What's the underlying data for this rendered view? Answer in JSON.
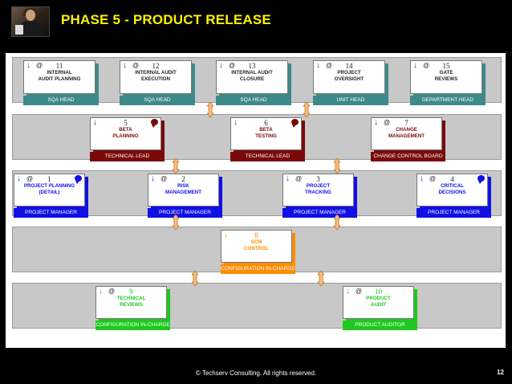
{
  "title": "PHASE 5 - PRODUCT RELEASE",
  "footer": "© Techserv Consulting.  All rights reserved.",
  "page_number": "12",
  "colors": {
    "title": "#fff200",
    "teal": "#3e8a8a",
    "maroon": "#7a0a0a",
    "blue": "#1010e6",
    "orange": "#ff8c00",
    "green": "#1ec81e"
  },
  "row1": [
    {
      "num": "11",
      "label": "INTERNAL\nAUDIT PLANNING",
      "role": "SQA HEAD",
      "icons": [
        "down-arrow-icon",
        "at-icon"
      ]
    },
    {
      "num": "12",
      "label": "INTERNAL AUDIT\nEXECUTION",
      "role": "SQA HEAD",
      "icons": [
        "down-arrow-icon",
        "at-icon"
      ]
    },
    {
      "num": "13",
      "label": "INTERNAL AUDIT\nCLOSURE",
      "role": "SQA HEAD",
      "icons": [
        "down-arrow-icon",
        "at-icon"
      ]
    },
    {
      "num": "14",
      "label": "PROJECT\nOVERSIGHT",
      "role": "UNIT HEAD",
      "icons": [
        "down-arrow-icon",
        "at-icon"
      ]
    },
    {
      "num": "15",
      "label": "GATE\nREVIEWS",
      "role": "DEPARTMENT HEAD",
      "icons": [
        "down-arrow-icon",
        "at-icon"
      ]
    }
  ],
  "row2": [
    {
      "num": "5",
      "label": "BETA\nPLANNING",
      "role": "TECHNICAL LEAD",
      "icons": [
        "down-arrow-icon",
        "speech-bubble-icon"
      ]
    },
    {
      "num": "6",
      "label": "BETA\nTESTING",
      "role": "TECHNICAL LEAD",
      "icons": [
        "down-arrow-icon",
        "speech-bubble-icon"
      ]
    },
    {
      "num": "7",
      "label": "CHANGE\nMANAGEMENT",
      "role": "CHANGE CONTROL BOARD",
      "icons": [
        "down-arrow-icon",
        "at-icon"
      ]
    }
  ],
  "row3": [
    {
      "num": "1",
      "label": "PROJECT PLANNING\n(DETAIL)",
      "role": "PROJECT MANAGER",
      "icons": [
        "down-arrow-icon",
        "at-icon",
        "speech-bubble-icon"
      ]
    },
    {
      "num": "2",
      "label": "RISK\nMANAGEMENT",
      "role": "PROJECT MANAGER",
      "icons": [
        "down-arrow-icon",
        "at-icon"
      ]
    },
    {
      "num": "3",
      "label": "PROJECT\nTRACKING",
      "role": "PROJECT MANAGER",
      "icons": [
        "down-arrow-icon",
        "at-icon"
      ]
    },
    {
      "num": "4",
      "label": "CRITICAL\nDECISIONS",
      "role": "PROJECT MANAGER",
      "icons": [
        "down-arrow-icon",
        "at-icon",
        "speech-bubble-icon"
      ]
    }
  ],
  "row4": [
    {
      "num": "8",
      "label": "SCM\nCONTROL",
      "role": "CONFIGURATION IN-CHARGE",
      "icons": [
        "down-arrow-icon"
      ]
    }
  ],
  "row5": [
    {
      "num": "9",
      "label": "TECHNICAL\nREVIEWS",
      "role": "CONFIGURATION IN-CHARGE",
      "icons": [
        "down-arrow-icon",
        "at-icon"
      ]
    },
    {
      "num": "10",
      "label": "PRODUCT\nAUDIT",
      "role": "PRODUCT AUDITOR",
      "icons": [
        "down-arrow-icon",
        "at-icon"
      ]
    }
  ]
}
